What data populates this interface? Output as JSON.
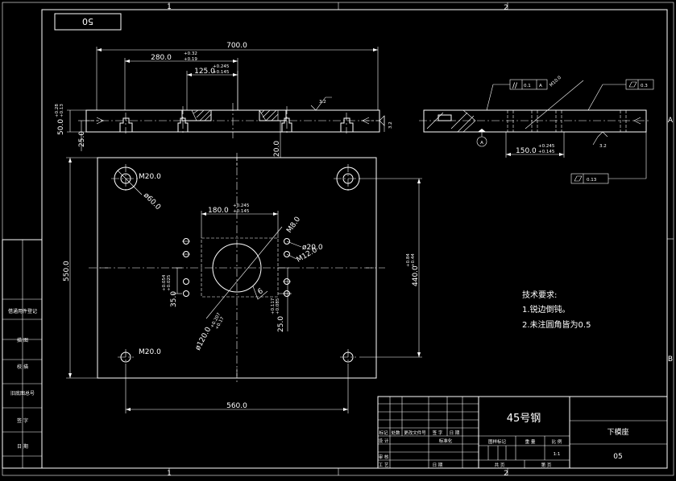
{
  "drawing": {
    "part_code_box": "50",
    "zone_numbers": [
      "1",
      "2"
    ],
    "zone_letters": [
      "A",
      "B"
    ],
    "front_view": {
      "dims": {
        "overall_length": "700.0",
        "span_280": "280.0",
        "span_280_tol_upper": "+0.32",
        "span_280_tol_lower": "+0.19",
        "span_125": "125.0",
        "span_125_tol_upper": "+0.245",
        "span_125_tol_lower": "+0.145",
        "thickness": "50.0",
        "thickness_tol_upper": "+0.28",
        "thickness_tol_lower": "+0.13",
        "height_25": "25.0",
        "height_20": "20.0",
        "roughness": "3.2"
      }
    },
    "side_view": {
      "parallel_tol": "0.1",
      "parallel_datum": "A",
      "flatness_tol": "0.3",
      "thread": "M10.0",
      "span_150": "150.0",
      "span_150_tol_upper": "+0.245",
      "span_150_tol_lower": "+0.145",
      "roughness": "3.2",
      "datum": "A",
      "flatness_tol_2": "0.13"
    },
    "top_view": {
      "dims": {
        "hole_thread": "M20.0",
        "hole_dia": "ø60.0",
        "pocket_width": "180.0",
        "pocket_tol_upper": "+0.245",
        "pocket_tol_lower": "+0.145",
        "thread_m8": "M8.0",
        "dia_20": "ø20.0",
        "thread_m12": "M12.0",
        "height_550": "550.0",
        "height_440": "440.0",
        "height_440_tol_upper": "+0.84",
        "height_440_tol_lower": "+0.44",
        "offset_35": "35.0",
        "offset_35_tol_upper": "+0.054",
        "offset_35_tol_lower": "+0.025",
        "offset_25": "25.0",
        "offset_25_tol_upper": "+0.117",
        "offset_25_tol_lower": "+0.085",
        "bore_dia": "ø120.0",
        "bore_tol_upper": "+0.207",
        "bore_tol_lower": "+0.17",
        "chamfer": "6",
        "hole_thread_bottom": "M20.0",
        "width_560": "560.0"
      }
    },
    "tech_requirements": {
      "title": "技术要求:",
      "items": [
        "1.锐边倒钝。",
        "2.未注圆角皆为0.5"
      ]
    },
    "side_block_labels": [
      "借通用件登记",
      "描 图",
      "校 描",
      "旧底图总号",
      "签 字",
      "日 期"
    ],
    "title_block": {
      "material": "45号钢",
      "part_name": "下模座",
      "drawing_no": "05",
      "row_labels": [
        "标记",
        "处数",
        "更改文件号",
        "签 字",
        "日 期"
      ],
      "design_label": "设 计",
      "standard_label": "标准化",
      "stage_label": "图样标记",
      "weight_label": "重 量",
      "scale_label": "比 例",
      "scale_value": "1:1",
      "review_label": "审 核",
      "process_label": "工 艺",
      "date_label": "日 期",
      "sheets_total": "共  页",
      "sheet_no": "第  页"
    }
  }
}
